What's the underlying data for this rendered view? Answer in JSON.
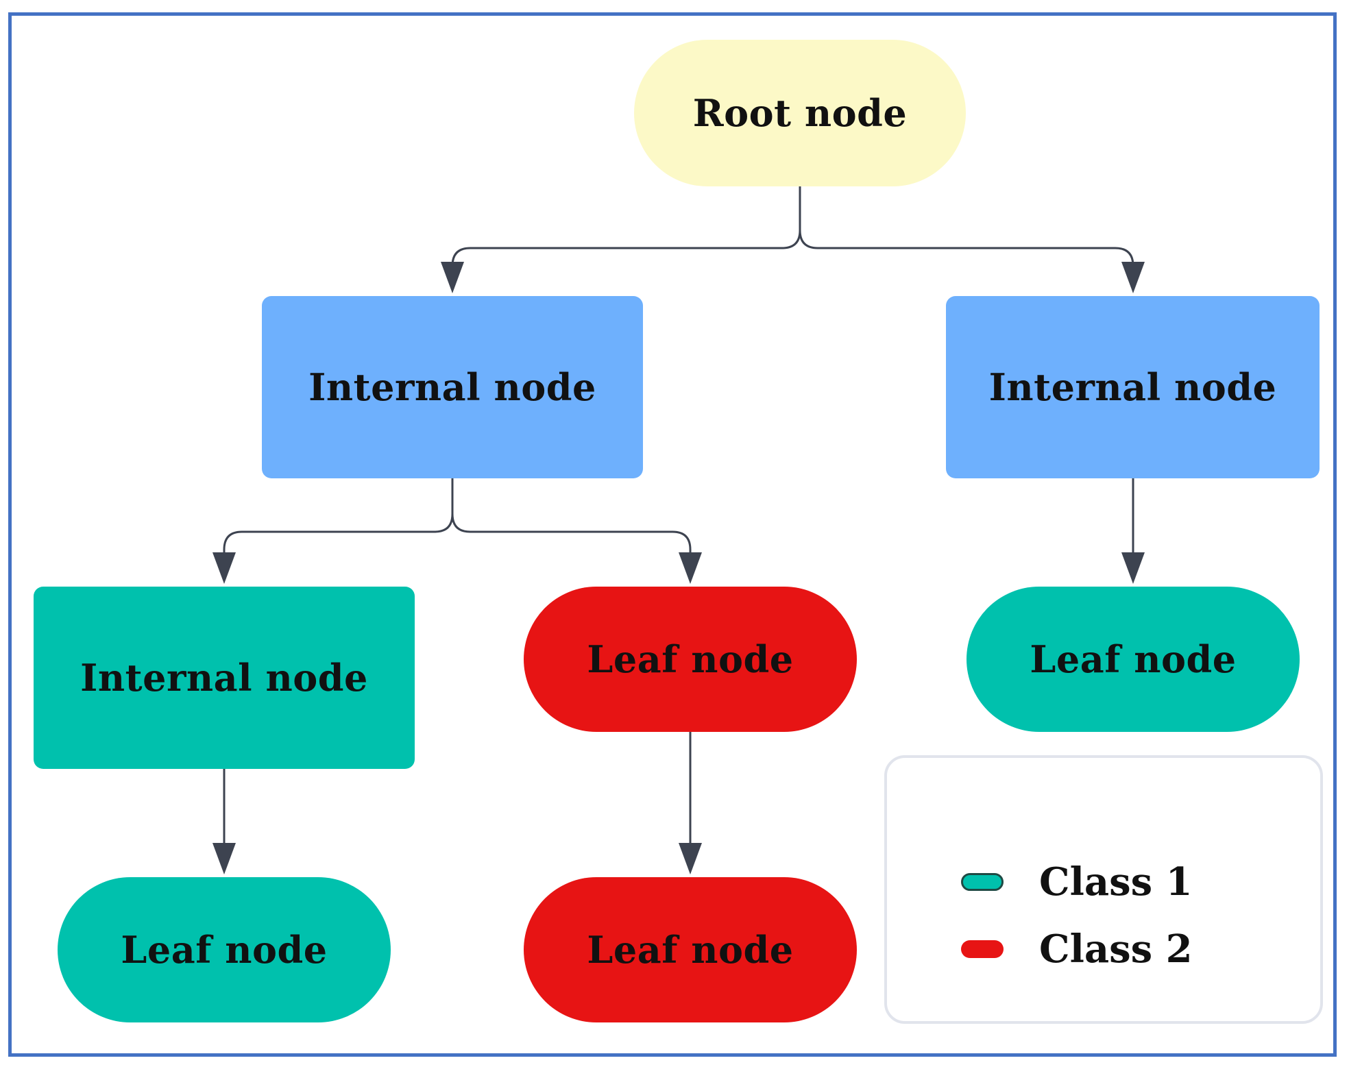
{
  "colors": {
    "frame": "#4472c4",
    "root": "#fcf9c7",
    "internal_blue": "#6eb0fd",
    "class1": "#00c1ad",
    "class2": "#e71414",
    "edge": "#3d4350"
  },
  "nodes": {
    "root": "Root node",
    "internal_left": "Internal node",
    "internal_right": "Internal node",
    "internal_green": "Internal node",
    "leaf_red_mid": "Leaf node",
    "leaf_green_right": "Leaf node",
    "leaf_green_bottom": "Leaf node",
    "leaf_red_bottom": "Leaf node"
  },
  "legend": {
    "items": [
      {
        "label": "Class 1",
        "color": "#00c1ad"
      },
      {
        "label": "Class 2",
        "color": "#e71414"
      }
    ]
  }
}
